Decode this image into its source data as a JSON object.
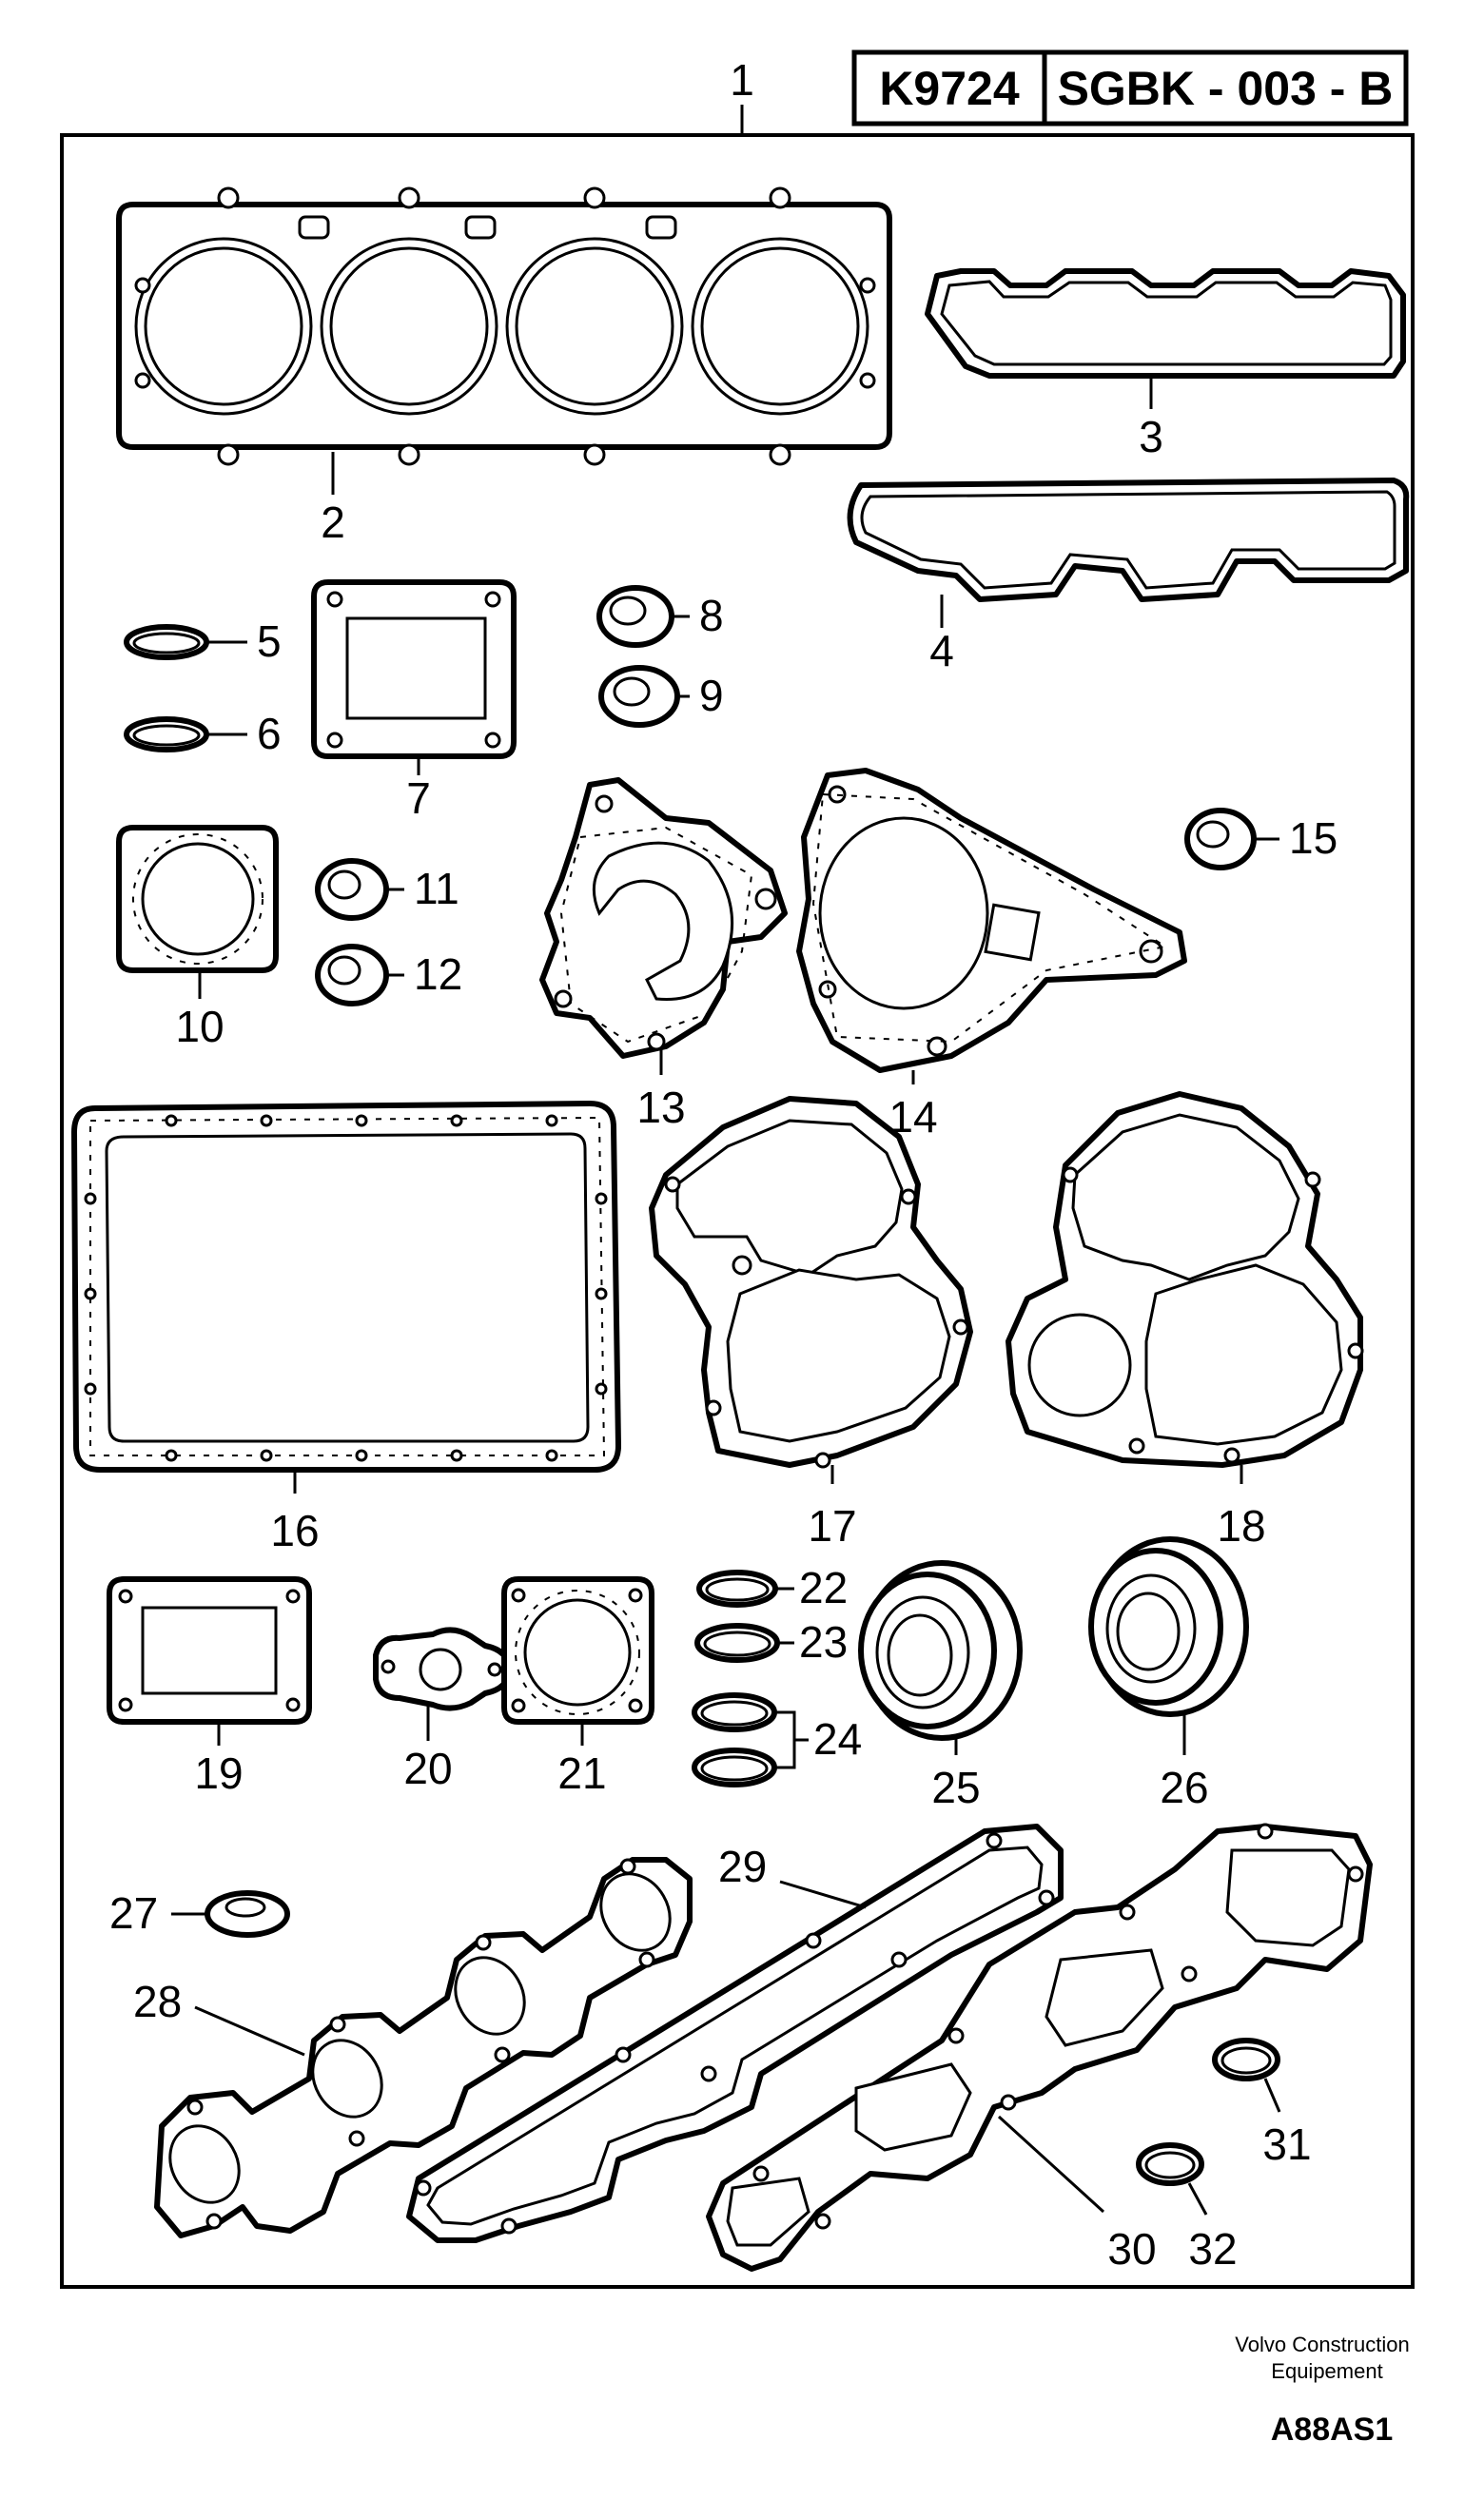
{
  "header": {
    "left_code": "K9724",
    "right_code": "SGBK - 003 - B"
  },
  "assembly_label": "1",
  "part_labels": {
    "p2": "2",
    "p3": "3",
    "p4": "4",
    "p5": "5",
    "p6": "6",
    "p7": "7",
    "p8": "8",
    "p9": "9",
    "p10": "10",
    "p11": "11",
    "p12": "12",
    "p13": "13",
    "p14": "14",
    "p15": "15",
    "p16": "16",
    "p17": "17",
    "p18": "18",
    "p19": "19",
    "p20": "20",
    "p21": "21",
    "p22": "22",
    "p23": "23",
    "p24": "24",
    "p25": "25",
    "p26": "26",
    "p27": "27",
    "p28": "28",
    "p29": "29",
    "p30": "30",
    "p31": "31",
    "p32": "32"
  },
  "footer": {
    "company_line1": "Volvo Construction",
    "company_line2": "Equipement",
    "drawing_id": "A88AS1"
  }
}
